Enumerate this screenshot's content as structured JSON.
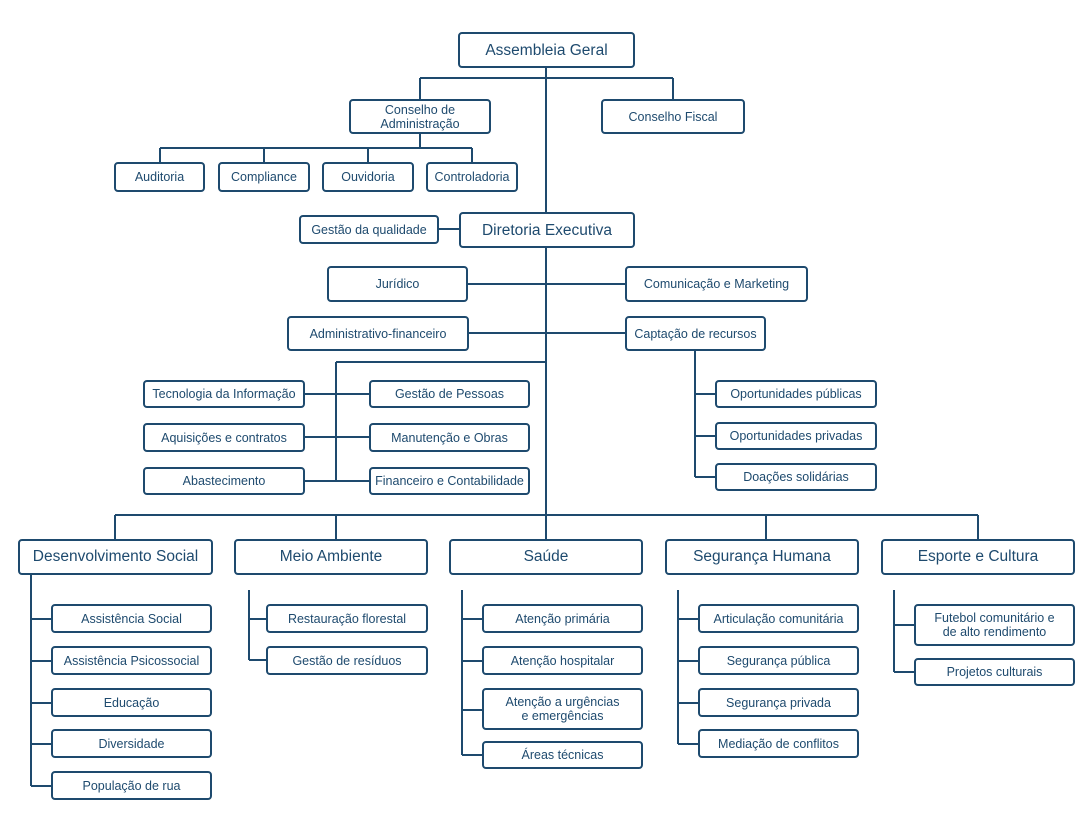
{
  "nodes": {
    "assembleia": "Assembleia Geral",
    "conselho_adm": "Conselho de\nAdministração",
    "conselho_fiscal": "Conselho Fiscal",
    "auditoria": "Auditoria",
    "compliance": "Compliance",
    "ouvidoria": "Ouvidoria",
    "controladoria": "Controladoria",
    "gestao_qualidade": "Gestão da qualidade",
    "diretoria": "Diretoria Executiva",
    "juridico": "Jurídico",
    "comunicacao": "Comunicação e Marketing",
    "adm_financeiro": "Administrativo-financeiro",
    "captacao": "Captação de recursos",
    "tecnologia": "Tecnologia da Informação",
    "aquisicoes": "Aquisições e contratos",
    "abastecimento": "Abastecimento",
    "gestao_pessoas": "Gestão de Pessoas",
    "manutencao": "Manutenção e Obras",
    "financeiro_contabilidade": "Financeiro e Contabilidade",
    "oport_publicas": "Oportunidades públicas",
    "oport_privadas": "Oportunidades privadas",
    "doacoes": "Doações solidárias"
  },
  "sections": [
    {
      "id": "desenvolvimento",
      "title": "Desenvolvimento Social",
      "items": [
        "Assistência Social",
        "Assistência Psicossocial",
        "Educação",
        "Diversidade",
        "População de rua"
      ]
    },
    {
      "id": "meio-ambiente",
      "title": "Meio Ambiente",
      "items": [
        "Restauração florestal",
        "Gestão de resíduos"
      ]
    },
    {
      "id": "saude",
      "title": "Saúde",
      "items": [
        "Atenção primária",
        "Atenção hospitalar",
        "Atenção a urgências\ne emergências",
        "Áreas técnicas"
      ]
    },
    {
      "id": "seguranca",
      "title": "Segurança Humana",
      "items": [
        "Articulação comunitária",
        "Segurança pública",
        "Segurança privada",
        "Mediação de conflitos"
      ]
    },
    {
      "id": "esporte",
      "title": "Esporte e Cultura",
      "items": [
        "Futebol comunitário e\nde alto rendimento",
        "Projetos culturais"
      ]
    }
  ]
}
